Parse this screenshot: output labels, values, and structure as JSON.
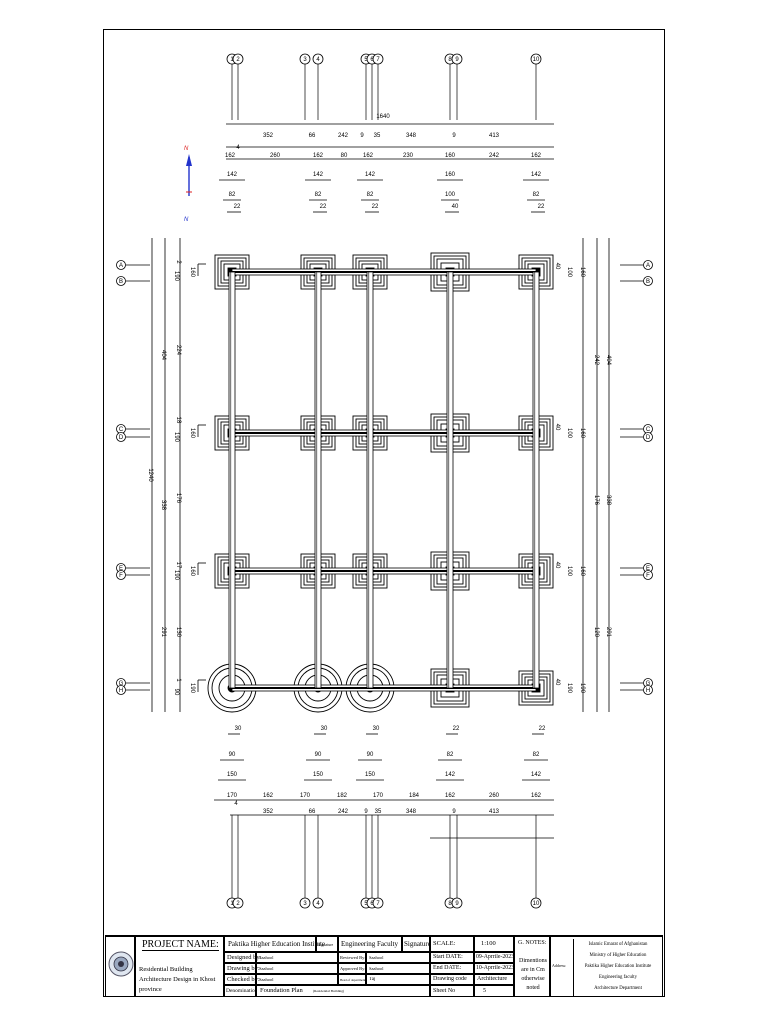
{
  "north": {
    "letter": "N"
  },
  "grid": {
    "top_labels": [
      "1",
      "2",
      "3",
      "4",
      "5",
      "6",
      "7",
      "8",
      "9",
      "10"
    ],
    "bottom_labels": [
      "1",
      "2",
      "3",
      "4",
      "5",
      "6",
      "7",
      "8",
      "9",
      "10"
    ],
    "left_labels": [
      "A",
      "B",
      "C",
      "D",
      "E",
      "F",
      "G",
      "H"
    ],
    "right_labels": [
      "A",
      "B",
      "C",
      "D",
      "E",
      "F",
      "G",
      "H"
    ]
  },
  "top_dims": {
    "row1": [
      "4",
      "352",
      "66",
      "242",
      "9",
      "35",
      "348",
      "9",
      "413"
    ],
    "total": "1640",
    "row2": [
      "162",
      "260",
      "162",
      "80",
      "162",
      "230",
      "160",
      "242",
      "162"
    ],
    "row3": [
      "142",
      "142",
      "142",
      "160",
      "142"
    ],
    "row4": [
      "82",
      "82",
      "82",
      "100",
      "82"
    ],
    "row5": [
      "22",
      "22",
      "22",
      "40",
      "22"
    ]
  },
  "bottom_dims": {
    "row1": [
      "30",
      "30",
      "30",
      "22",
      "22"
    ],
    "row2": [
      "90",
      "90",
      "90",
      "82",
      "82"
    ],
    "row3": [
      "150",
      "150",
      "150",
      "142",
      "142"
    ],
    "row4": [
      "170",
      "162",
      "170",
      "182",
      "170",
      "184",
      "162",
      "260",
      "162"
    ],
    "row5": [
      "4",
      "352",
      "66",
      "242",
      "9",
      "35",
      "348",
      "9",
      "413"
    ]
  },
  "left_dims": {
    "total": "1240",
    "outer": [
      "404",
      "338",
      "291"
    ],
    "inner1": [
      "2",
      "224",
      "18",
      "176",
      "17",
      "130",
      "1"
    ],
    "inner2": [
      "160",
      "160",
      "160",
      "190"
    ],
    "inner3": [
      "190",
      "190",
      "190",
      "90"
    ]
  },
  "right_dims": {
    "col1": [
      "40",
      "40",
      "40",
      "40"
    ],
    "col2": [
      "100",
      "100",
      "100",
      "190"
    ],
    "col3": [
      "160",
      "160",
      "160",
      "190"
    ],
    "col4": [
      "242",
      "176",
      "120"
    ],
    "col5": [
      "404",
      "338",
      "291"
    ]
  },
  "title_block": {
    "project_name_label": "PROJECT NAME:",
    "project_title": "Residential Building Architecture Design in Khost province",
    "institute": "Paktika Higher Education Institute",
    "signature_small": "Signature",
    "faculty": "Engineering Faculty",
    "signature": "Signature",
    "scale_label": "SCALE:",
    "scale_value": "1:100",
    "gnotes_label": "G. NOTES:",
    "designed_by_label": "Designed by:",
    "designed_by": "Saahool",
    "reviewed_by_label": "Reviewed By:",
    "reviewed_by": "Saahool",
    "start_date_label": "Start DATE:",
    "start_date": "09-Aprrile-2023",
    "drawing_by_label": "Drawing by:",
    "drawing_by": "Saahool",
    "approved_by_label": "Approved By:",
    "approved_by": "Saahool",
    "end_date_label": "End DATE:",
    "end_date": "10-Aprrile-2023",
    "checked_by_label": "Checked by:",
    "checked_by": "Saahool",
    "head_dept_label": "Head of department",
    "head_dept": "Taj",
    "drawing_code_label": "Drawing code",
    "drawing_code": "Architecture",
    "denomination_label": "Denomination",
    "denomination": "Foundation Plan",
    "denomination_note": "(Residential Building)",
    "sheet_no_label": "Sheet No",
    "sheet_no": "5",
    "dimensions_note": "Dimentions are in Cm otherwise noted",
    "address_label": "Address:",
    "address_lines": [
      "Islamic Emarat of Afghanistan",
      "Ministry of Higher Education",
      "Paktika Higher Education Institute",
      "Engineering faculty",
      "Architecture Department"
    ]
  }
}
